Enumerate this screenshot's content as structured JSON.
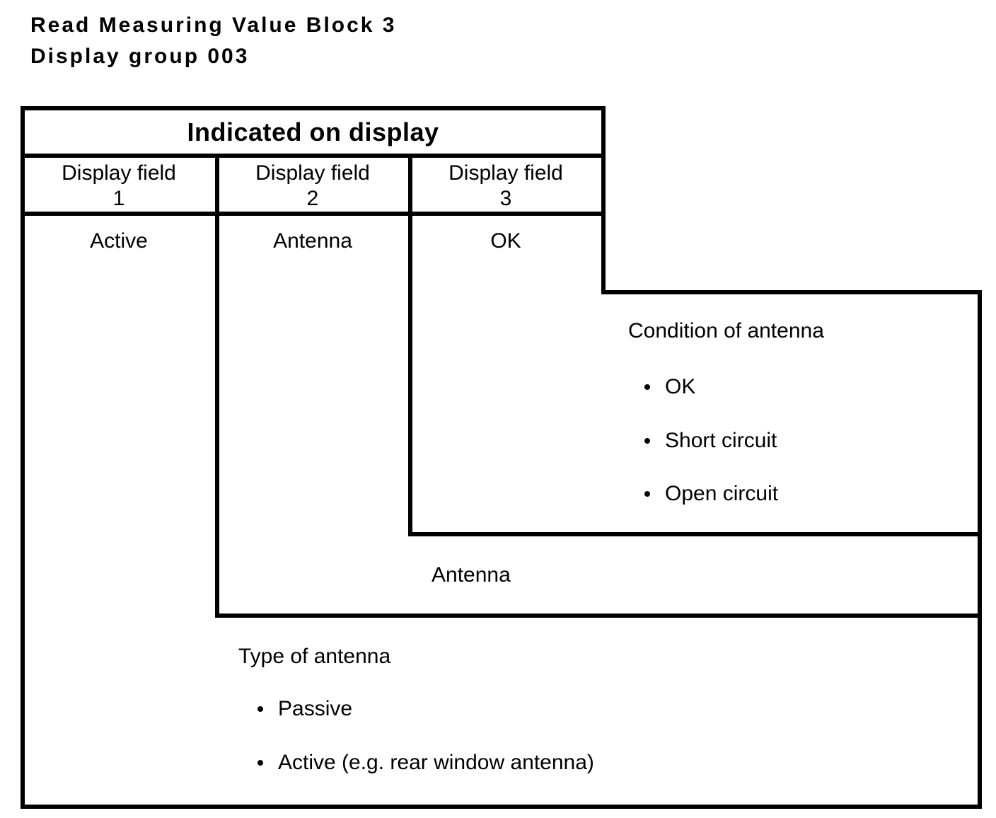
{
  "colors": {
    "ink": "#000000",
    "paper": "#ffffff"
  },
  "title": {
    "line1": "Read Measuring Value Block 3",
    "line2": "Display group 003"
  },
  "table": {
    "header": "Indicated on display",
    "columns": [
      {
        "label": "Display field",
        "number": "1",
        "value": "Active"
      },
      {
        "label": "Display field",
        "number": "2",
        "value": "Antenna"
      },
      {
        "label": "Display field",
        "number": "3",
        "value": "OK"
      }
    ]
  },
  "notes": {
    "field3": {
      "title": "Condition of antenna",
      "items": [
        "OK",
        "Short circuit",
        "Open circuit"
      ]
    },
    "field2": {
      "label": "Antenna"
    },
    "field1": {
      "title": "Type of antenna",
      "items": [
        "Passive",
        "Active (e.g. rear window antenna)"
      ]
    }
  }
}
